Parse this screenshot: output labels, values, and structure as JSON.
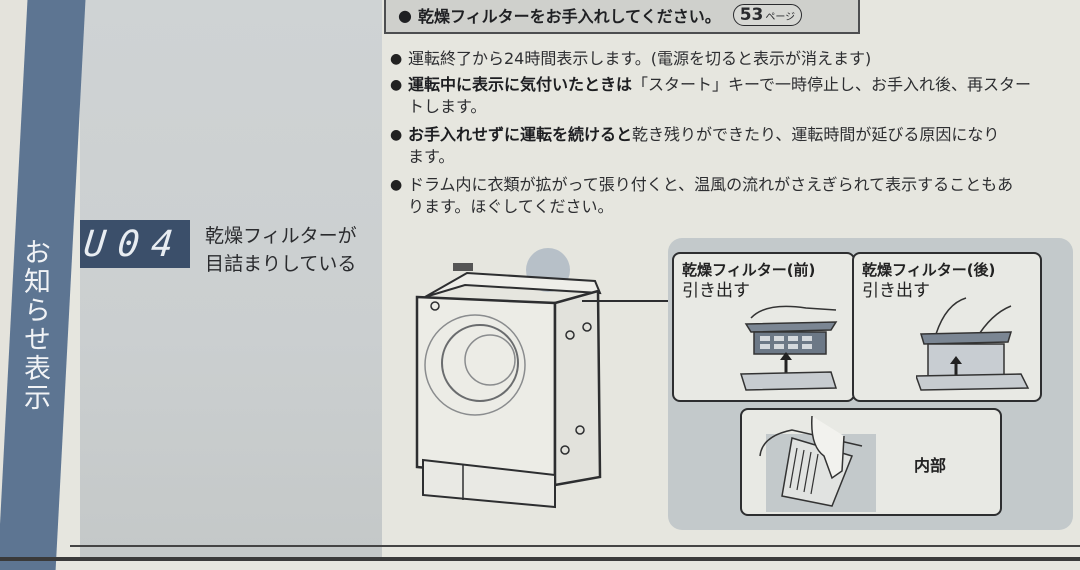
{
  "side_tab": {
    "label": "お知らせ表示",
    "color": "#5d7592"
  },
  "error_code": {
    "display": "U04",
    "display_bg": "#3b4f6a",
    "description_line1": "乾燥フィルターが",
    "description_line2": "目詰まりしている"
  },
  "header": {
    "bullet": "●",
    "text": "乾燥フィルターをお手入れしてください。",
    "page_ref_number": "53",
    "page_ref_unit": "ページ"
  },
  "bullets": [
    {
      "dot": "●",
      "bold": "",
      "text": "運転終了から24時間表示します。(電源を切ると表示が消えます)"
    },
    {
      "dot": "●",
      "bold": "運転中に表示に気付いたときは",
      "text": "「スタート」キーで一時停止し、お手入れ後、再スタートします。"
    },
    {
      "dot": "●",
      "bold": "お手入れせずに運転を続けると",
      "text": "乾き残りができたり、運転時間が延びる原因になります。"
    },
    {
      "dot": "●",
      "bold": "",
      "text": "ドラム内に衣類が拡がって張り付くと、温風の流れがさえぎられて表示することもあります。ほぐしてください。"
    }
  ],
  "illustrations": {
    "washer": {
      "name": "drum-washer"
    },
    "front_filter": {
      "title": "乾燥フィルター(前)",
      "subtitle": "引き出す"
    },
    "rear_filter": {
      "title": "乾燥フィルター(後)",
      "subtitle": "引き出す"
    },
    "interior": {
      "label": "内部"
    }
  }
}
